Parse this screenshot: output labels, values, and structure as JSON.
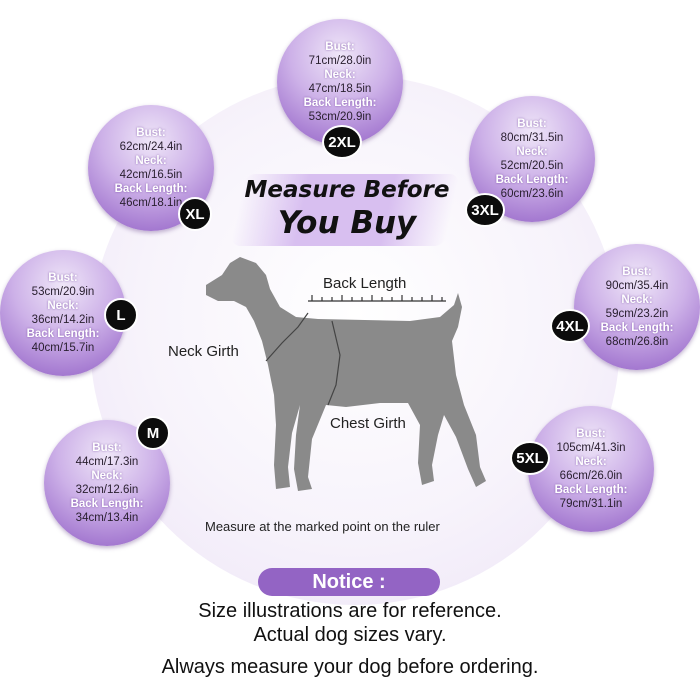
{
  "headline": {
    "line1": "Measure Before",
    "line2": "You Buy"
  },
  "dog_labels": {
    "back_length": "Back Length",
    "neck_girth": "Neck Girth",
    "chest_girth": "Chest Girth"
  },
  "ruler_caption": "Measure at the marked point on the ruler",
  "labels": {
    "bust": "Bust:",
    "neck": "Neck:",
    "back": "Back Length:"
  },
  "sizes": [
    {
      "size": "XL",
      "bust": "62cm/24.4in",
      "neck": "42cm/16.5in",
      "back": "46cm/18.1in"
    },
    {
      "size": "2XL",
      "bust": "71cm/28.0in",
      "neck": "47cm/18.5in",
      "back": "53cm/20.9in"
    },
    {
      "size": "3XL",
      "bust": "80cm/31.5in",
      "neck": "52cm/20.5in",
      "back": "60cm/23.6in"
    },
    {
      "size": "L",
      "bust": "53cm/20.9in",
      "neck": "36cm/14.2in",
      "back": "40cm/15.7in"
    },
    {
      "size": "4XL",
      "bust": "90cm/35.4in",
      "neck": "59cm/23.2in",
      "back": "68cm/26.8in"
    },
    {
      "size": "M",
      "bust": "44cm/17.3in",
      "neck": "32cm/12.6in",
      "back": "34cm/13.4in"
    },
    {
      "size": "5XL",
      "bust": "105cm/41.3in",
      "neck": "66cm/26.0in",
      "back": "79cm/31.1in"
    }
  ],
  "notice": {
    "title": "Notice :",
    "line1": "Size illustrations are for reference.",
    "line2": "Actual dog sizes vary.",
    "line3": "Always measure your dog before ordering."
  },
  "colors": {
    "accent": "#9364c4",
    "circle_light": "#efe6f8",
    "circle_dark": "#8f5cc4",
    "dog": "#8a8a8a"
  }
}
